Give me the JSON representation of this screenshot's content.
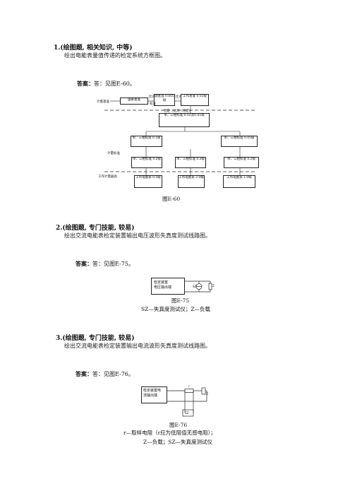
{
  "q1": {
    "title": "1.(绘图题, 相关知识, 中等)",
    "text": "绘出电能表量值传递的检定系统方框图。",
    "answer_label": "答案：",
    "answer_text": "答：见图E-60。",
    "figure": {
      "caption": "图E-60",
      "left_top": "计量基准",
      "left_mid": "计量标准",
      "left_bot": "工作计量器具",
      "b_national": "国家基准",
      "b_sub": "副基准 0.005级",
      "b_work": "工作基准 0.01级",
      "lbl_compare1": "比对",
      "lbl_compare2": "比对",
      "lbl_calib": "标准",
      "lbl_verify": "检定（比对（检定）",
      "b_std1": "单、三相标准 0.02及0.01级",
      "b_l1": "单、三相标准 0.1级",
      "b_r1": "单、三相标准 0.05级",
      "b_l2": "单、三相标准 0.2级",
      "b_m2": "单、三相标准 0.3级",
      "b_r2": "单、三相标准 0.2级",
      "b_w1": "工作电能表 0.5级",
      "b_w2": "工作电能表 2.0级",
      "b_w3": "工作电能表 1.0级"
    }
  },
  "q2": {
    "title": "2.(绘图题, 专门技能, 较易)",
    "text": "绘出交流电能表检定装置输出电压波形失真度测试线路图。",
    "answer_label": "答案：",
    "answer_text": "答：见图E-75。",
    "figure": {
      "box_line1": "检定装置",
      "box_line2": "电压输出端",
      "meter_label": "SZ",
      "load_label": "Z",
      "caption": "图E-75",
      "legend": "SZ—失真度测试仪；Z—负载"
    }
  },
  "q3": {
    "title": "3.(绘图题, 专门技能, 较易)",
    "text": "绘出交流电能表检定装置输出电流波形失真度测试线路图。",
    "answer_label": "答案：",
    "answer_text": "答：见图E-76。",
    "figure": {
      "box_line1": "检定装置电",
      "box_line2": "流输出端",
      "r_label": "r",
      "z_label": "Z",
      "meter_label": "SZ",
      "caption": "图E-76",
      "legend1": "r—取样电阻（r应为低阻值无感电阻）；",
      "legend2": "Z—负载；SZ—失真度测试仪"
    }
  }
}
